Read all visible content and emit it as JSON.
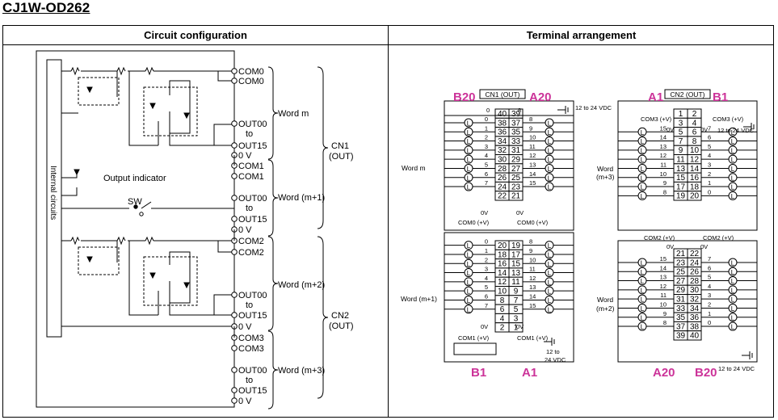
{
  "title": "CJ1W-OD262",
  "headers": {
    "circuit": "Circuit configuration",
    "terminal": "Terminal arrangement"
  },
  "circuit": {
    "internal": "Internal circuits",
    "output_indicator": "Output indicator",
    "sw": "SW",
    "terms": [
      "COM0",
      "COM0",
      "OUT00",
      "to",
      "OUT15",
      "0 V",
      "COM1",
      "COM1",
      "OUT00",
      "to",
      "OUT15",
      "0 V",
      "COM2",
      "COM2",
      "OUT00",
      "to",
      "OUT15",
      "0 V",
      "COM3",
      "COM3",
      "OUT00",
      "to",
      "OUT15",
      "0 V"
    ],
    "words": [
      "Word m",
      "Word (m+1)",
      "Word (m+2)",
      "Word (m+3)"
    ],
    "cn1": [
      "CN1",
      "(OUT)"
    ],
    "cn2": [
      "CN2",
      "(OUT)"
    ]
  },
  "terminal": {
    "cn1_label": "CN1 (OUT)",
    "cn2_label": "CN2 (OUT)",
    "pin_marks": {
      "b20": "B20",
      "a20": "A20",
      "a1": "A1",
      "b1": "B1"
    },
    "colors": {
      "pin_marks": "#cc3399"
    },
    "load": "L",
    "supply": "12 to 24 VDC",
    "supply_split": [
      "12 to",
      "24 VDC"
    ],
    "left_words": {
      "top": "Word m",
      "bottom": "Word (m+1)"
    },
    "right_words": {
      "top": [
        "Word",
        "(m+3)"
      ],
      "bottom": [
        "Word",
        "(m+2)"
      ]
    },
    "zero_v": "0V",
    "cn1_top": {
      "bits_left": [
        "0",
        "1",
        "2",
        "3",
        "4",
        "5",
        "6",
        "7"
      ],
      "bits_right": [
        "8",
        "9",
        "10",
        "11",
        "12",
        "13",
        "14",
        "15"
      ],
      "pins_left": [
        "40",
        "38",
        "36",
        "34",
        "32",
        "30",
        "28",
        "26",
        "24",
        "22"
      ],
      "pins_right": [
        "39",
        "37",
        "35",
        "33",
        "31",
        "29",
        "27",
        "25",
        "23",
        "21"
      ],
      "com_left": "COM0 (+V)",
      "com_right": "COM0 (+V)"
    },
    "cn1_bot": {
      "bits_left": [
        "0",
        "1",
        "2",
        "3",
        "4",
        "5",
        "6",
        "7"
      ],
      "bits_right": [
        "8",
        "9",
        "10",
        "11",
        "12",
        "13",
        "14",
        "15"
      ],
      "pins_left": [
        "20",
        "18",
        "16",
        "14",
        "12",
        "10",
        "8",
        "6",
        "4",
        "2"
      ],
      "pins_right": [
        "19",
        "17",
        "15",
        "13",
        "11",
        "9",
        "7",
        "5",
        "3",
        "1"
      ],
      "com_left": "COM1 (+V)",
      "com_right": "COM1 (+V)"
    },
    "cn2_top": {
      "bits_left": [
        "15",
        "14",
        "13",
        "12",
        "11",
        "10",
        "9",
        "8"
      ],
      "bits_right": [
        "7",
        "6",
        "5",
        "4",
        "3",
        "2",
        "1",
        "0"
      ],
      "pins_left": [
        "1",
        "3",
        "5",
        "7",
        "9",
        "11",
        "13",
        "15",
        "17",
        "19"
      ],
      "pins_right": [
        "2",
        "4",
        "6",
        "8",
        "10",
        "12",
        "14",
        "16",
        "18",
        "20"
      ],
      "com_left": "COM3 (+V)",
      "com_right": "COM3 (+V)",
      "com_bottom_left": "COM2 (+V)",
      "com_bottom_right": "COM2 (+V)"
    },
    "cn2_bot": {
      "bits_left": [
        "15",
        "14",
        "13",
        "12",
        "11",
        "10",
        "9",
        "8"
      ],
      "bits_right": [
        "7",
        "6",
        "5",
        "4",
        "3",
        "2",
        "1",
        "0"
      ],
      "pins_left": [
        "21",
        "23",
        "25",
        "27",
        "29",
        "31",
        "33",
        "35",
        "37",
        "39"
      ],
      "pins_right": [
        "22",
        "24",
        "26",
        "28",
        "30",
        "32",
        "34",
        "36",
        "38",
        "40"
      ]
    }
  }
}
